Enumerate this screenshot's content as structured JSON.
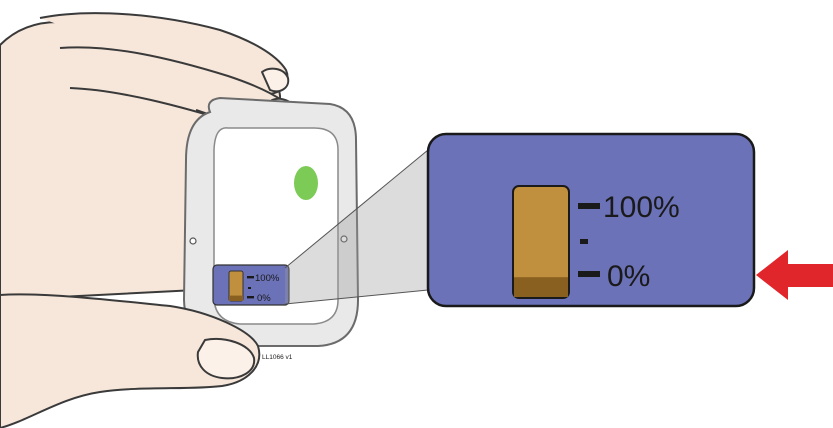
{
  "callout": {
    "label_full": "100%",
    "label_empty": "0%"
  },
  "device": {
    "window": {
      "label_full": "100%",
      "label_empty": "0%"
    },
    "serial_text": "LL1066 v1"
  },
  "level": {
    "remaining_fraction": 0.18
  },
  "colors": {
    "panel_fill": "#6b72b8",
    "reservoir_fill": "#c0903e",
    "reservoir_level": "#8a6020",
    "indicator_light": "#66c23a",
    "arrow": "#e0262b"
  },
  "icons": {
    "pointer": "arrow-left-icon",
    "hand": "hand-illustration"
  }
}
